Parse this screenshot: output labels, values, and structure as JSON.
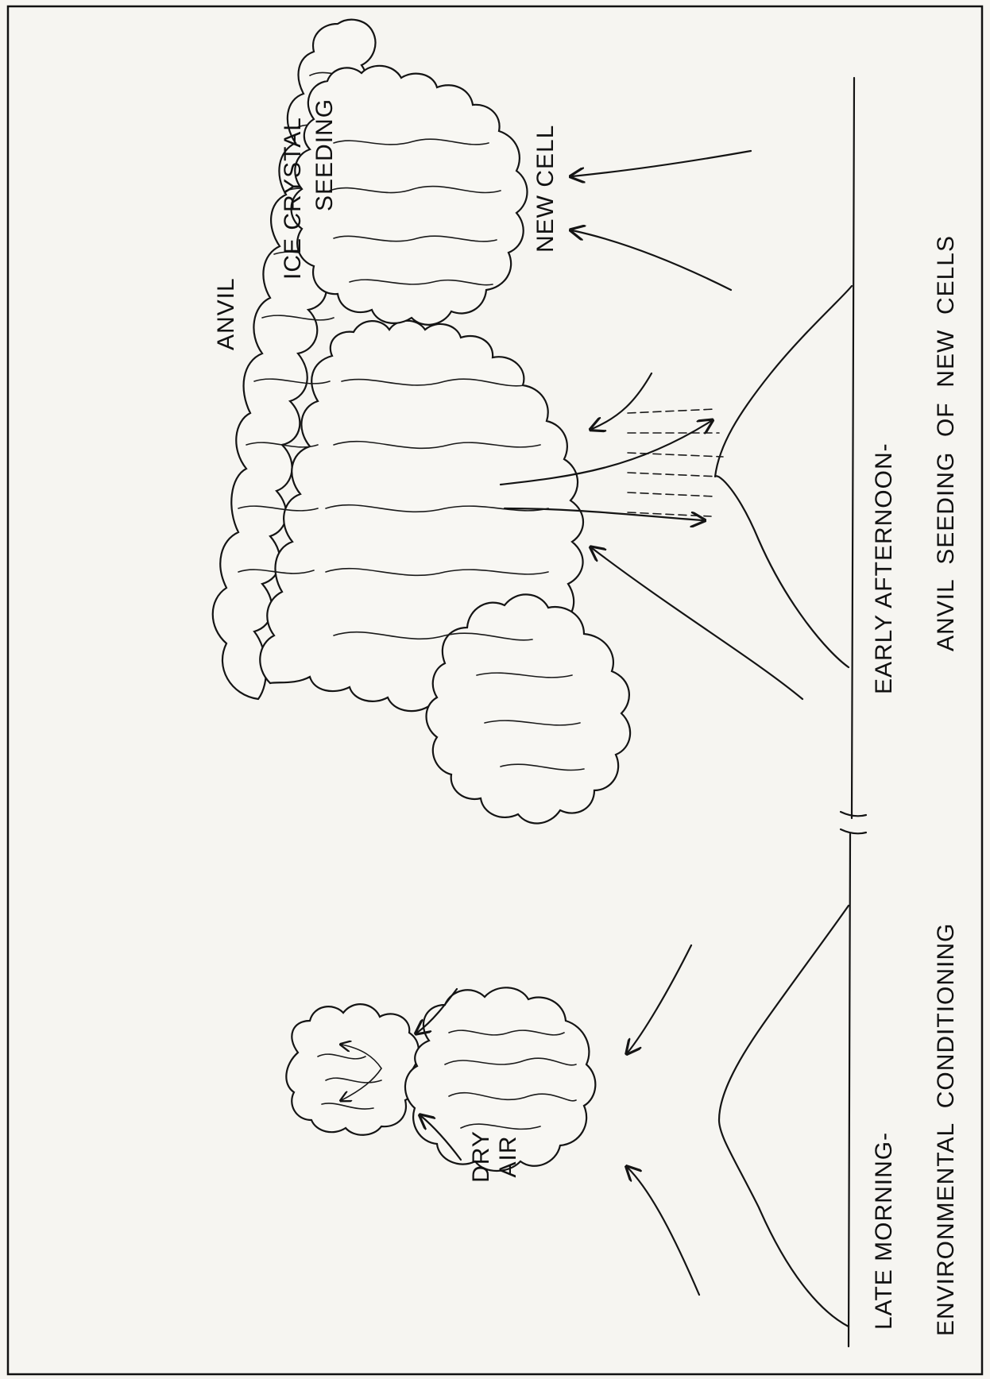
{
  "labels": {
    "dry_air_line1": "DRY",
    "dry_air_line2": "AIR",
    "anvil": "ANVIL",
    "ice_crystal": "ICE CRYSTAL",
    "seeding": "SEEDING",
    "new_cell": "NEW CELL",
    "late_morning": "LATE MORNING-",
    "environmental_conditioning": "ENVIRONMENTAL  CONDITIONING",
    "early_afternoon": "EARLY AFTERNOON-",
    "anvil_seeding": "ANVIL  SEEDING  OF  NEW  CELLS"
  }
}
